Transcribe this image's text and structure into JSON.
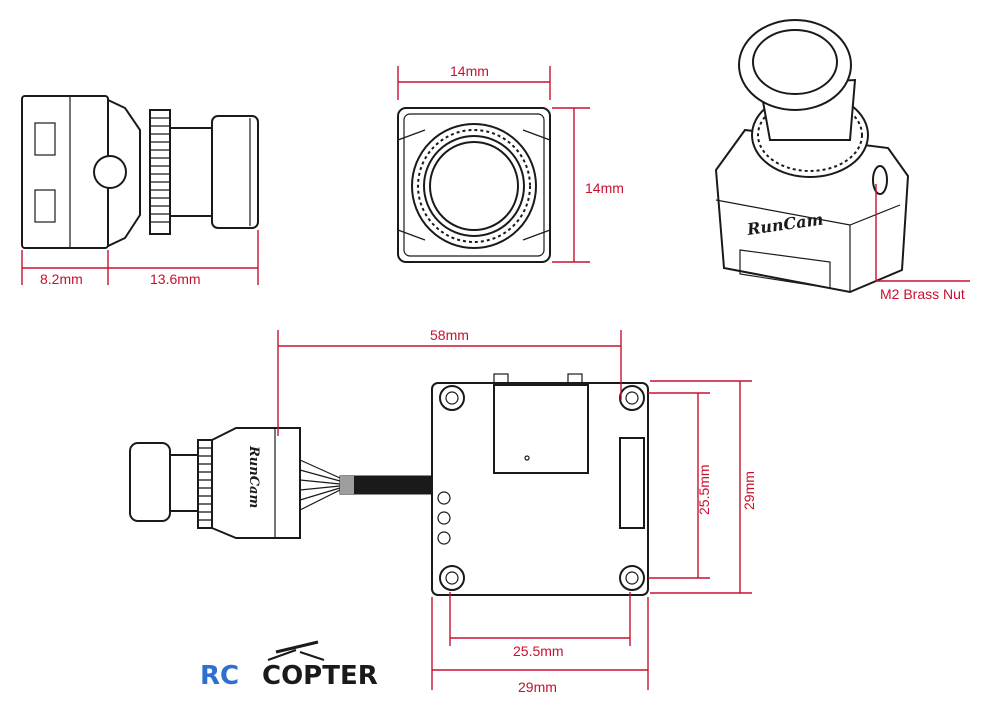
{
  "dimensions": {
    "side_depth_back": "8.2mm",
    "side_depth_lens": "13.6mm",
    "front_width": "14mm",
    "front_height": "14mm",
    "board_cable_length": "58mm",
    "board_hole_spacing_vertical": "25.5mm",
    "board_height": "29mm",
    "board_hole_spacing_horizontal": "25.5mm",
    "board_width": "29mm"
  },
  "annotations": {
    "brass_nut": "M2 Brass Nut"
  },
  "camera_logo": "RunCam",
  "watermark": {
    "part1": "RC",
    "part2": "COPTER"
  },
  "colors": {
    "dimension": "#c8102e",
    "outline": "#1a1a1a",
    "watermark_blue": "#2e6fd0"
  }
}
